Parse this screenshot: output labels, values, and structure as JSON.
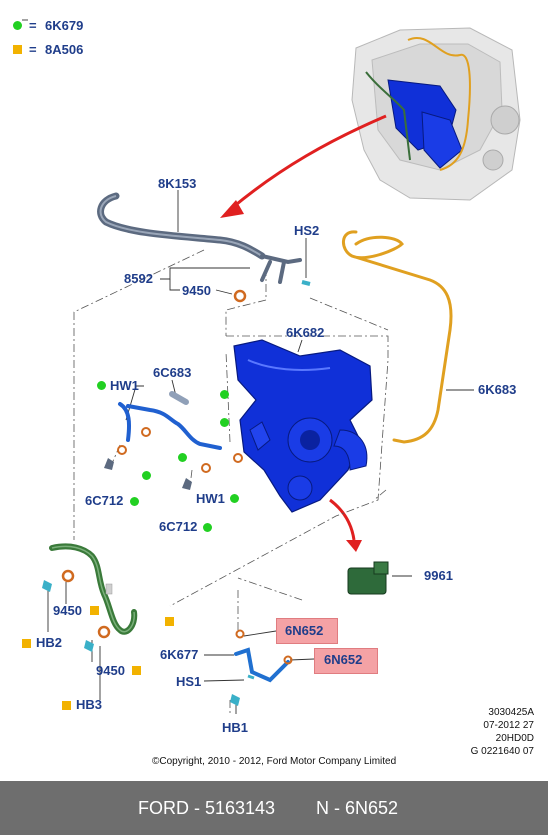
{
  "legend": {
    "green_code": "6K679",
    "orange_code": "8A506",
    "equals": "="
  },
  "labels": {
    "p8K153": "8K153",
    "HS2": "HS2",
    "p8592": "8592",
    "p9450_top": "9450",
    "p6K682": "6K682",
    "p6K683": "6K683",
    "HW1_left": "HW1",
    "p6C683": "6C683",
    "p6C712_left": "6C712",
    "HW1_right": "HW1",
    "p6C712_right": "6C712",
    "p9961": "9961",
    "p9450_left": "9450",
    "HB2": "HB2",
    "p9450_bottom": "9450",
    "HB3": "HB3",
    "p6N652_top": "6N652",
    "p6K677": "6K677",
    "p6N652_bottom": "6N652",
    "HS1": "HS1",
    "HB1": "HB1"
  },
  "meta": {
    "line1": "3030425A",
    "line2": "07-2012 27",
    "line3": "20HD0D",
    "line4": "G 0221640 07"
  },
  "copyright": "©Copyright, 2010 - 2012, Ford Motor Company Limited",
  "footer": {
    "brand_part": "FORD - 5163143",
    "ref_part": "N - 6N652"
  },
  "colors": {
    "label": "#1f3d8a",
    "turbo_blue": "#1030d8",
    "oil_pipe_orange": "#e0a020",
    "highlight": "#f4a2a5",
    "arrow_red": "#e02020",
    "footer_bg": "#6e6e6e"
  }
}
